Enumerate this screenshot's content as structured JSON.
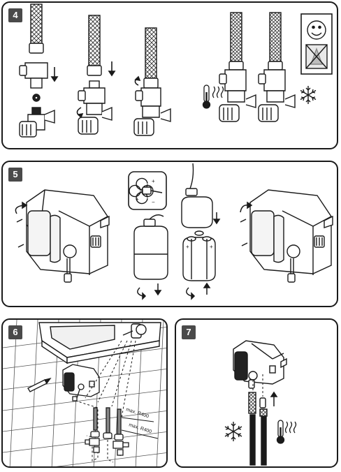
{
  "steps": [
    {
      "number": "4"
    },
    {
      "number": "5"
    },
    {
      "number": "6"
    },
    {
      "number": "7"
    }
  ],
  "dimension_labels": {
    "first": "max. R400",
    "second": "max. R400"
  },
  "icons": {
    "ok_status": "smiley-face-icon",
    "not_allowed": "crossed-out-icon",
    "hot_water": "thermometer-heat-icon",
    "cold_water": "snowflake-icon",
    "rotate": "rotate-arrow-icon"
  },
  "colors": {
    "badge": "#4a4a4a",
    "line": "#1a1a1a"
  }
}
